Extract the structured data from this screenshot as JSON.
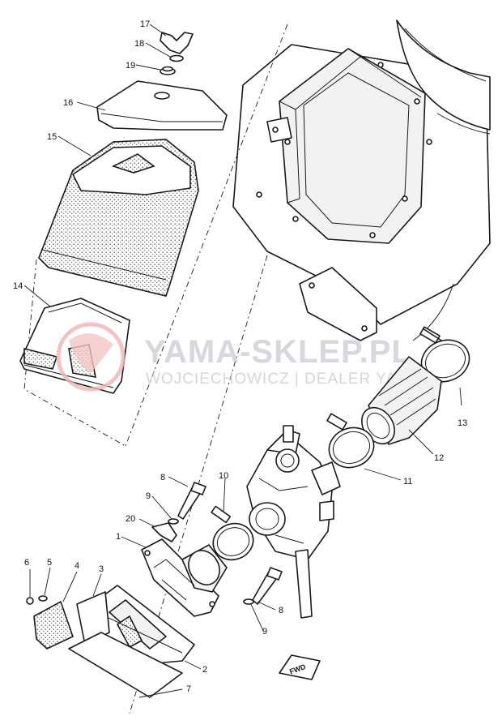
{
  "watermark": {
    "brand": "YAMA-SKLEP.PL",
    "subtitle": "WOJCIECHOWICZ | DEALER YAMAHA",
    "logo_color": "#e8a0a0",
    "text_color": "#c9ccd2"
  },
  "fwd_marker": "FWD",
  "callouts": {
    "c1": "1",
    "c2": "2",
    "c3": "3",
    "c4": "4",
    "c5": "5",
    "c6": "6",
    "c7": "7",
    "c8a": "8",
    "c8b": "8",
    "c9a": "9",
    "c9b": "9",
    "c10": "10",
    "c11": "11",
    "c12": "12",
    "c13": "13",
    "c14": "14",
    "c15": "15",
    "c16": "16",
    "c17": "17",
    "c18": "18",
    "c19": "19",
    "c20": "20"
  }
}
